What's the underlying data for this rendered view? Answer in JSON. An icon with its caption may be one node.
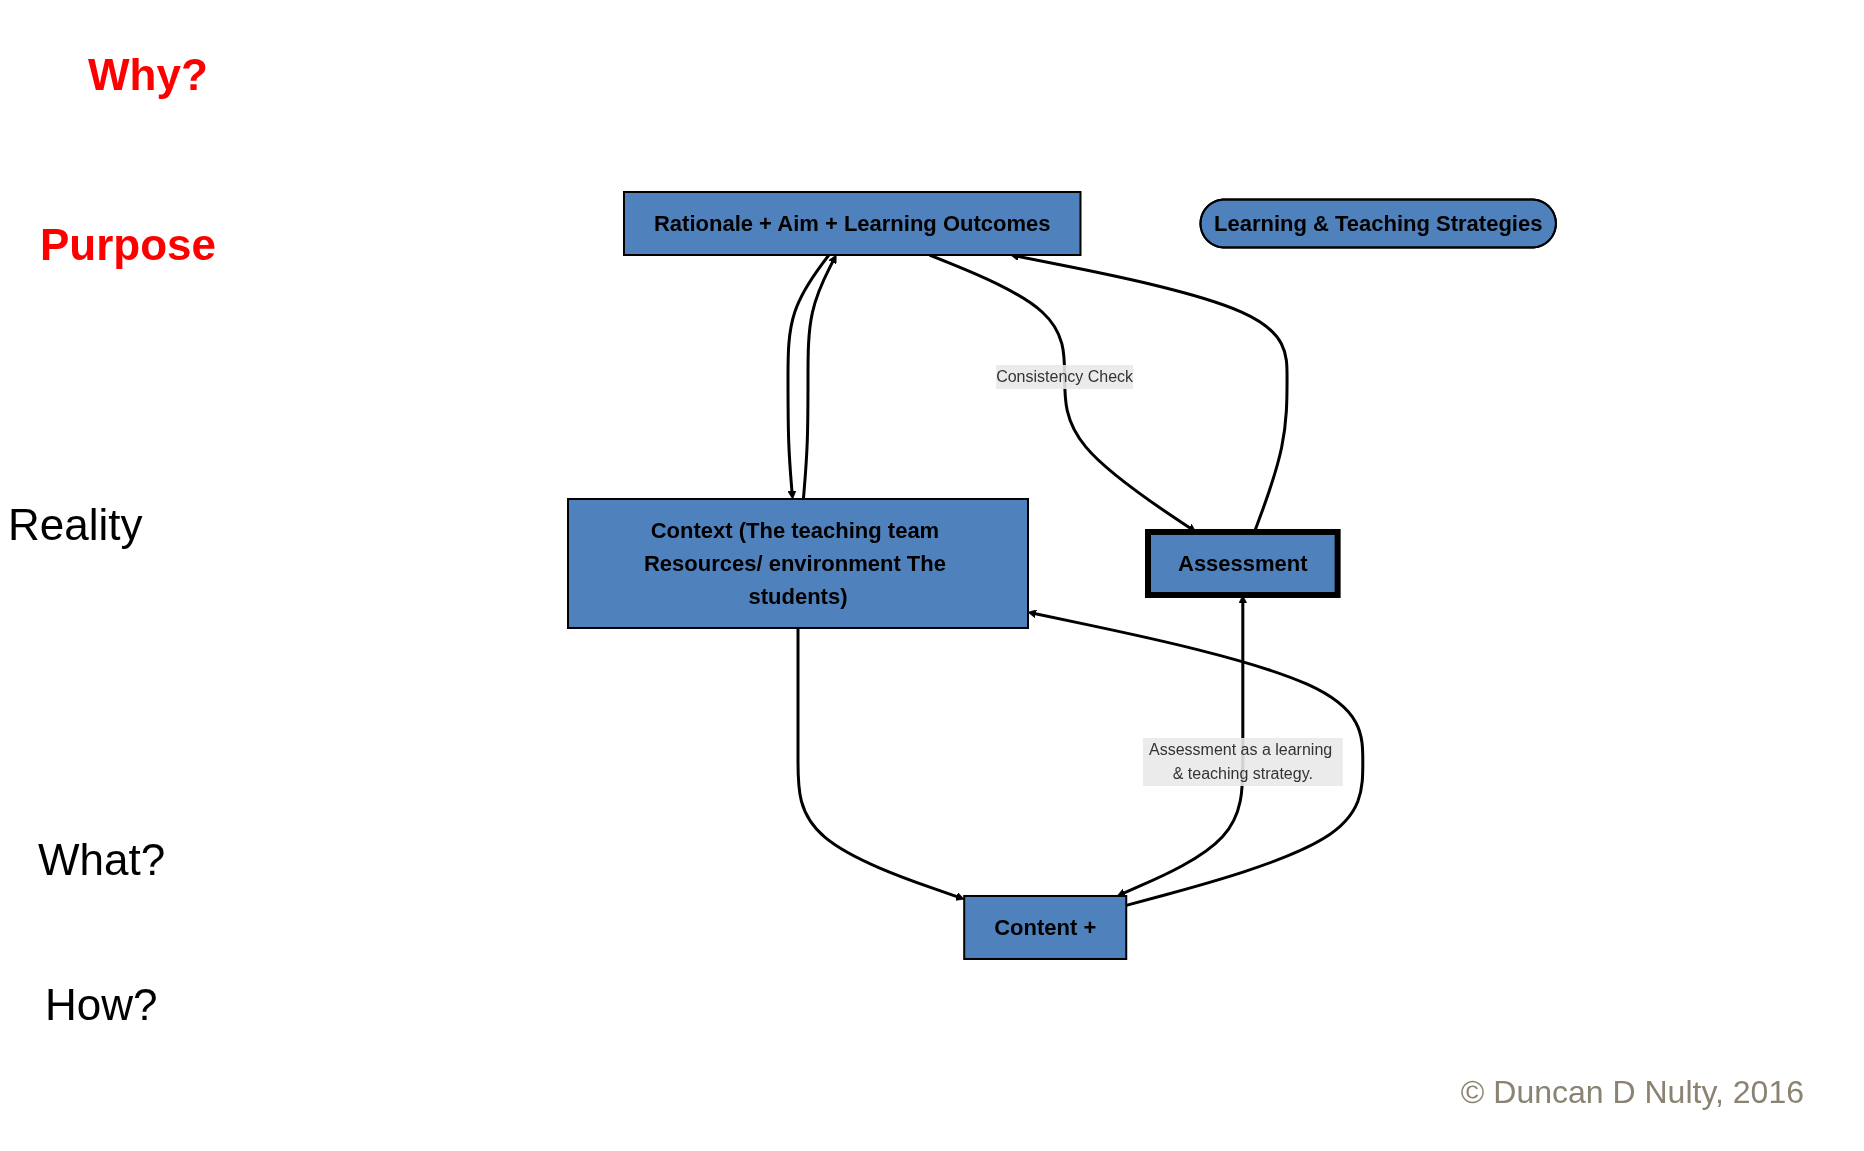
{
  "diagram": {
    "nodes": [
      {
        "text": [
          "Rationale + Aim + Learning Outcomes"
        ]
      },
      {
        "text": [
          "Context (The teaching team Resources/ environment The students)"
        ]
      },
      {
        "text": [
          "Content +"
        ]
      },
      {
        "text": [
          "Learning & Teaching Strategies"
        ]
      },
      {
        "text": [
          "Assessment"
        ]
      }
    ],
    "edges": [
      {
        "from": 0,
        "to": 1,
        "arrow": "to"
      },
      {
        "from": 1,
        "to": 0,
        "arrow": "to"
      },
      {
        "from": 1,
        "to": 2,
        "arrow": "to"
      },
      {
        "from": 2,
        "to": 1,
        "arrow": "to"
      },
      {
        "from": 0,
        "to": 4,
        "arrow": "to",
        "label": "Consistency Check"
      },
      {
        "from": 4,
        "to": 0,
        "arrow": "to"
      },
      {
        "from": 4,
        "to": 2,
        "arrow": "both",
        "label": "Assessment as a learning & teaching strategy."
      }
    ],
    "labels": [
      "Why?",
      "Purpose",
      "Reality",
      "What?",
      "How?",
      "© Duncan D Nulty, 2016"
    ]
  }
}
